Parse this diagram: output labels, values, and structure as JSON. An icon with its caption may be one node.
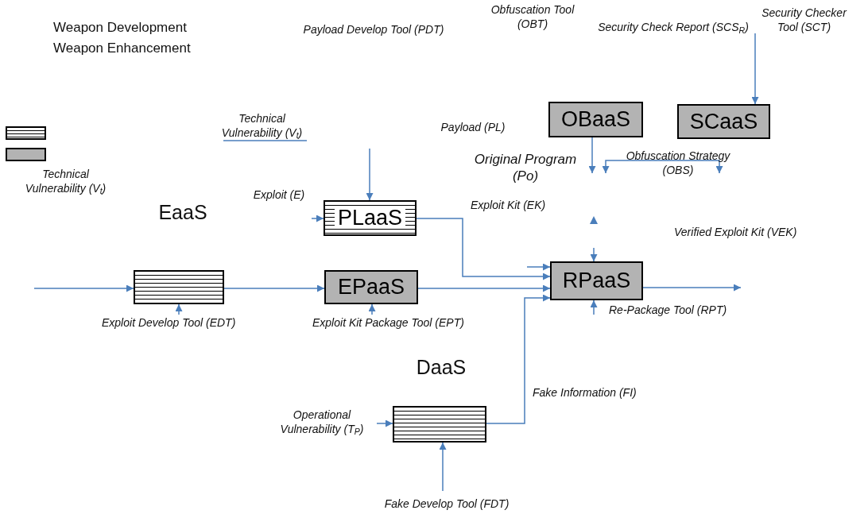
{
  "diagram": {
    "nodes": [
      {
        "text": [],
        "shape": "box",
        "beside": [
          "Exploit Develop Tool (EDT)"
        ]
      },
      {
        "text": [
          "PLaaS"
        ]
      },
      {
        "text": [
          "EPaaS"
        ],
        "beside": [
          "Exploit Kit Package Tool (EPT)"
        ]
      },
      {
        "text": [
          "RPaaS"
        ],
        "beside": [
          "Re-Package Tool (RPT)"
        ]
      },
      {
        "text": [
          "OBaaS"
        ]
      },
      {
        "text": [
          "SCaaS"
        ]
      },
      {
        "text": [],
        "shape": "box"
      }
    ],
    "edges": [
      {
        "from": null,
        "to": 0,
        "arrow": "to"
      },
      {
        "from": 0,
        "to": 2,
        "arrow": "to"
      },
      {
        "from": 2,
        "to": 3,
        "arrow": "to"
      },
      {
        "from": 1,
        "to": 3,
        "arrow": "to",
        "label": "Exploit Kit (EK)"
      },
      {
        "from": null,
        "to": 1,
        "arrow": "to"
      },
      {
        "from": null,
        "to": 1,
        "arrow": "to"
      },
      {
        "from": 6,
        "to": 3,
        "arrow": "to",
        "label": "Fake Information (FI)"
      },
      {
        "from": null,
        "to": 6,
        "arrow": "to"
      },
      {
        "from": null,
        "to": 6,
        "arrow": "to"
      },
      {
        "from": 3,
        "to": null,
        "arrow": "to",
        "label": "Verified Exploit Kit (VEK)"
      },
      {
        "from": 4,
        "to": null,
        "arrow": "to"
      },
      {
        "from": null,
        "to": 5,
        "arrow": "to"
      },
      {
        "from": null,
        "to": 3,
        "arrow": "to"
      },
      {
        "from": null,
        "to": 3,
        "arrow": "to"
      },
      {
        "from": null,
        "to": 3,
        "arrow": "to"
      },
      {
        "from": null,
        "to": 0,
        "arrow": "to"
      },
      {
        "from": null,
        "to": 2,
        "arrow": "to"
      }
    ],
    "labels": [
      "Payload Develop Tool (PDT)",
      "Obfuscation Tool (OBT)",
      "Security Check Report (SCS$_{R}$)",
      "Security Checker Tool (SCT)",
      "Technical Vulnerability (V$_{t}$)",
      "Payload (PL)",
      "Original Program (Po)",
      "Obfuscation Strategy (OBS)",
      "Technical Vulnerability (V$_{t}$)",
      "Exploit (E)",
      "EaaS",
      "DaaS",
      "Operational Vulnerability (T$_{P}$)",
      "Fake Develop Tool (FDT)"
    ],
    "legend": [
      {
        "text": "Weapon Development"
      },
      {
        "text": "Weapon Enhancement",
        "color": "#b3b3b3"
      }
    ]
  }
}
